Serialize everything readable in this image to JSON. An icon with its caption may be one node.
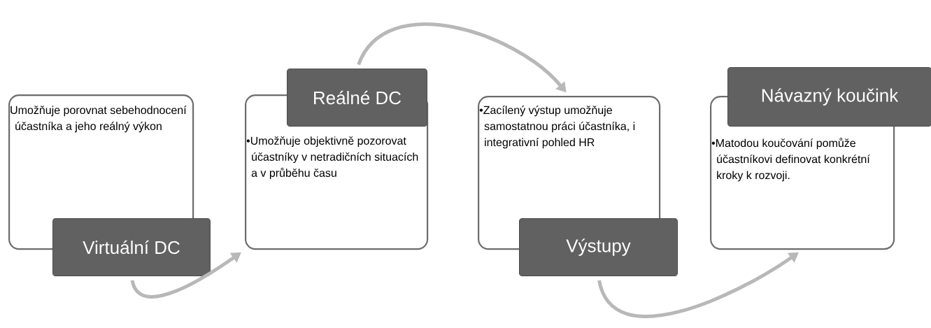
{
  "diagram": {
    "nodes": [
      {
        "text": [
          "Umožňuje porovnat sebehodnocení účastníka a jeho reálný výkon"
        ]
      },
      {
        "text": [
          "Virtuální DC"
        ]
      },
      {
        "text": [
          "Reálné DC"
        ]
      },
      {
        "text": [
          "•Umožňuje objektivně pozorovat účastníky v netradičních situacích a v průběhu času"
        ]
      },
      {
        "text": [
          "•Zacílený výstup umožňuje samostatnou práci účastníka, i integrativní pohled HR"
        ]
      },
      {
        "text": [
          "Výstupy"
        ]
      },
      {
        "text": [
          "Návazný koučink"
        ]
      },
      {
        "text": [
          "•Matodou koučování pomůže účastníkovi definovat konkrétní kroky k rozvoji."
        ]
      }
    ],
    "edges": [
      {
        "from": 1,
        "to": 3,
        "arrow": "to"
      },
      {
        "from": 2,
        "to": 4,
        "arrow": "to"
      },
      {
        "from": 5,
        "to": 7,
        "arrow": "to"
      }
    ]
  }
}
